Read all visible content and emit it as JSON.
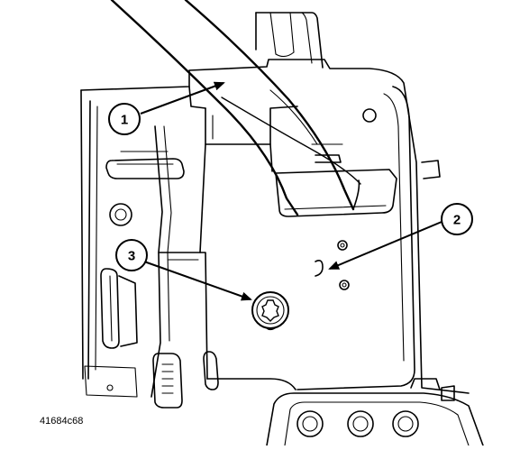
{
  "diagram": {
    "callouts": [
      {
        "id": "1",
        "label": "1"
      },
      {
        "id": "2",
        "label": "2"
      },
      {
        "id": "3",
        "label": "3"
      }
    ],
    "figure_id": "41684c68"
  }
}
